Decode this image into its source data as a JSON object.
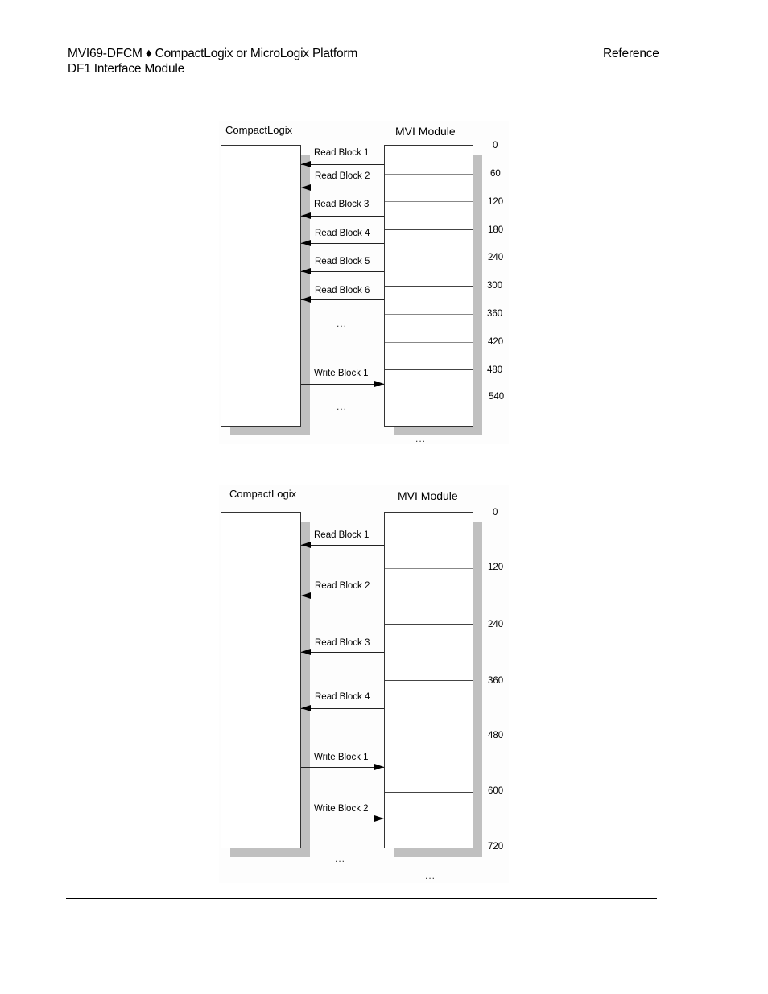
{
  "header": {
    "title_line1": "MVI69-DFCM ♦ CompactLogix or MicroLogix Platform",
    "title_line2": "DF1 Interface Module",
    "section": "Reference"
  },
  "diagram1": {
    "left_title": "CompactLogix",
    "right_title": "MVI Module",
    "offsets": [
      "0",
      "60",
      "120",
      "180",
      "240",
      "300",
      "360",
      "420",
      "480",
      "540"
    ],
    "read_blocks": [
      "Read Block 1",
      "Read Block 2",
      "Read Block 3",
      "Read Block 4",
      "Read Block 5",
      "Read Block 6"
    ],
    "write_blocks": [
      "Write Block 1"
    ],
    "ellipsis": "...",
    "colors": {
      "shadow": "#c0c0c0",
      "border": "#333333",
      "arrow": "#000000"
    }
  },
  "diagram2": {
    "left_title": "CompactLogix",
    "right_title": "MVI Module",
    "offsets": [
      "0",
      "120",
      "240",
      "360",
      "480",
      "600",
      "720"
    ],
    "read_blocks": [
      "Read Block 1",
      "Read Block 2",
      "Read Block 3",
      "Read Block 4"
    ],
    "write_blocks": [
      "Write Block 1",
      "Write Block 2"
    ],
    "ellipsis": "...",
    "colors": {
      "shadow": "#c0c0c0",
      "border": "#333333",
      "arrow": "#000000"
    }
  }
}
